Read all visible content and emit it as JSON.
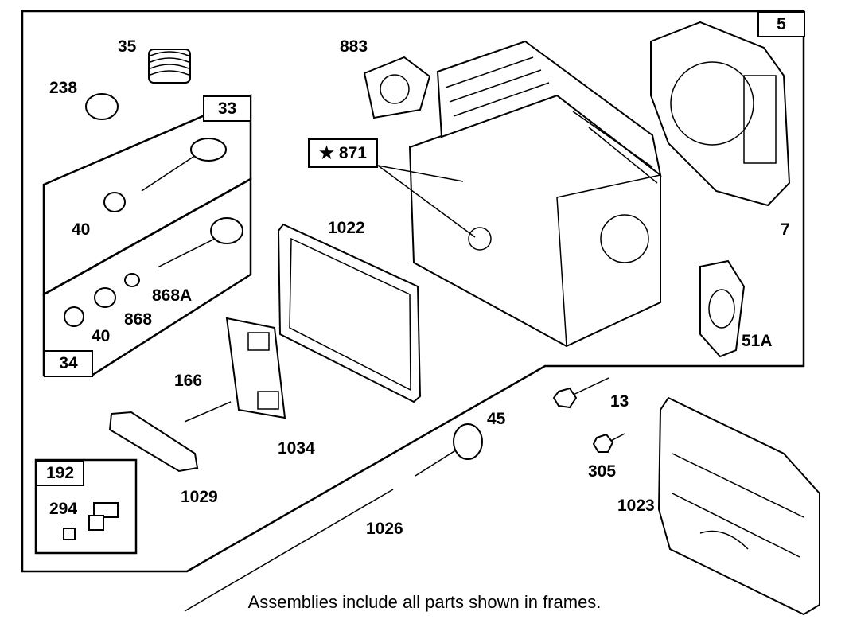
{
  "frames": {
    "main": "5",
    "intake_valve_assy": "33",
    "exhaust_valve_assy": "34",
    "adjuster_assy": "192",
    "cylinder_head": "871"
  },
  "star_symbol": "★",
  "parts": {
    "spring": "35",
    "cap": "238",
    "gasket_883": "883",
    "head_gasket": "7",
    "retainer_upper": "40",
    "retainer_lower": "40",
    "rotator": "868A",
    "seal": "868",
    "rocker_gasket": "1022",
    "intake_gasket": "51A",
    "stud": "166",
    "plate": "1034",
    "rocker_arm": "1029",
    "screw_294": "294",
    "screw_13": "13",
    "guide_plate": "45",
    "screw_305": "305",
    "valve_cover": "1023",
    "push_rod": "1026"
  },
  "caption": "Assemblies include all parts shown in frames."
}
